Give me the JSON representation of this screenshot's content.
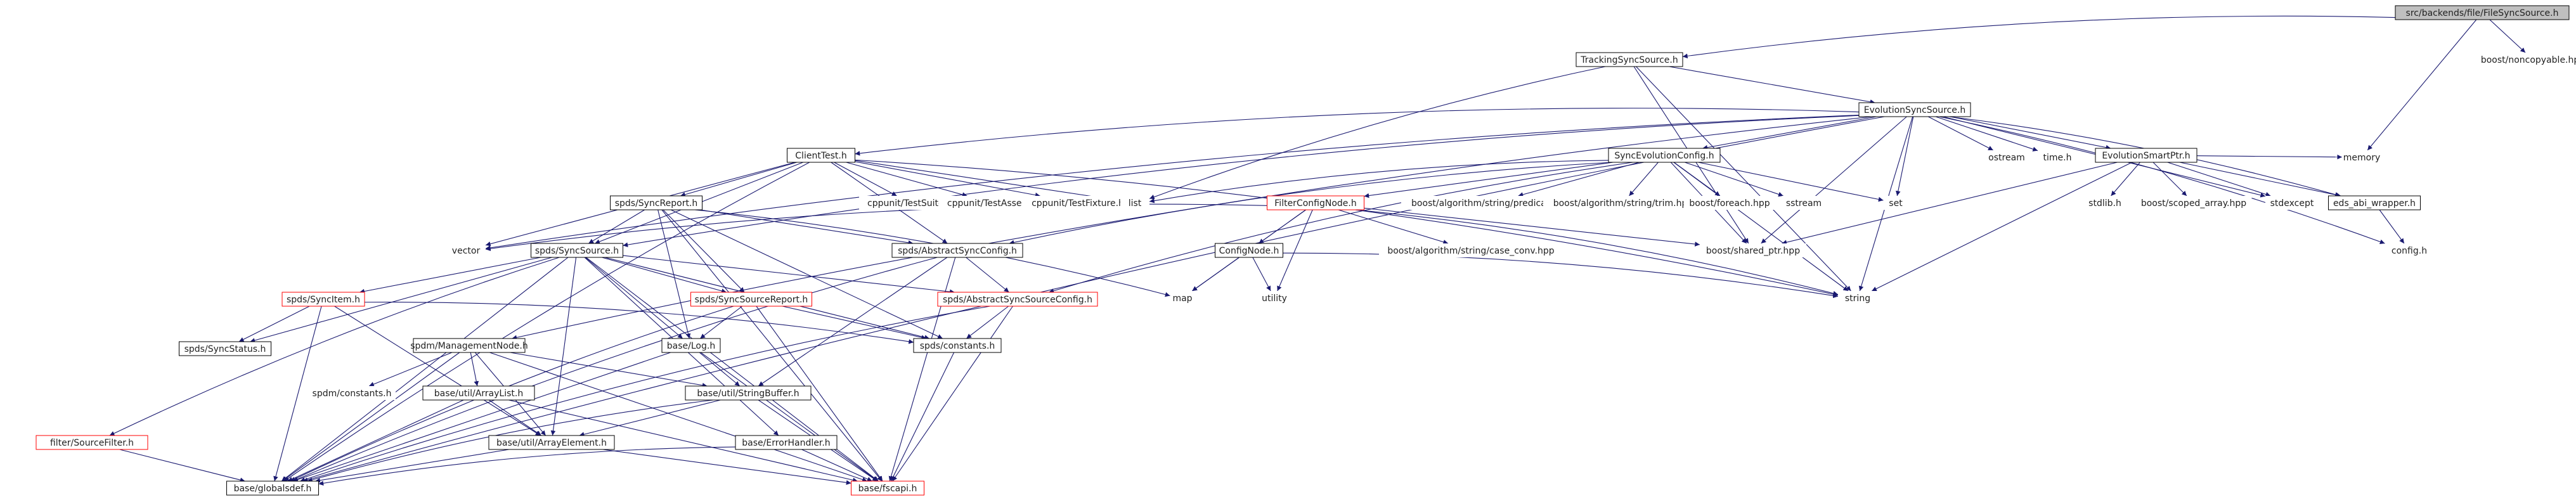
{
  "colors": {
    "edge": "#191970",
    "plain_border": "#000000",
    "plain_fill": "#ffffff",
    "red_border": "#ff0000",
    "root_fill": "#bfbfbf",
    "text": "#222222"
  },
  "graph": {
    "root": "src/backends/file/FileSyncSource.h",
    "nodes": [
      {
        "id": "root",
        "label": "src/backends/file/FileSyncSource.h",
        "style": "root"
      },
      {
        "id": "tss",
        "label": "TrackingSyncSource.h",
        "style": "boxed"
      },
      {
        "id": "noncopy",
        "label": "boost/noncopyable.hpp",
        "style": "plain"
      },
      {
        "id": "evo",
        "label": "EvolutionSyncSource.h",
        "style": "boxed"
      },
      {
        "id": "clienttest",
        "label": "ClientTest.h",
        "style": "boxed"
      },
      {
        "id": "syncevocfg",
        "label": "SyncEvolutionConfig.h",
        "style": "boxed"
      },
      {
        "id": "ostream",
        "label": "ostream",
        "style": "plain"
      },
      {
        "id": "timeh",
        "label": "time.h",
        "style": "plain"
      },
      {
        "id": "smartptr",
        "label": "EvolutionSmartPtr.h",
        "style": "boxed"
      },
      {
        "id": "memory",
        "label": "memory",
        "style": "plain"
      },
      {
        "id": "vector",
        "label": "vector",
        "style": "plain"
      },
      {
        "id": "testsuite",
        "label": "cppunit/TestSuite.h",
        "style": "plain"
      },
      {
        "id": "testassert",
        "label": "cppunit/TestAssert.h",
        "style": "plain"
      },
      {
        "id": "testfixture",
        "label": "cppunit/TestFixture.h",
        "style": "plain"
      },
      {
        "id": "list",
        "label": "list",
        "style": "plain"
      },
      {
        "id": "filtercfg",
        "label": "FilterConfigNode.h",
        "style": "red"
      },
      {
        "id": "predicate",
        "label": "boost/algorithm/string/predicate.hpp",
        "style": "plain"
      },
      {
        "id": "trim",
        "label": "boost/algorithm/string/trim.hpp",
        "style": "plain"
      },
      {
        "id": "foreach",
        "label": "boost/foreach.hpp",
        "style": "plain"
      },
      {
        "id": "sstream",
        "label": "sstream",
        "style": "plain"
      },
      {
        "id": "set",
        "label": "set",
        "style": "plain"
      },
      {
        "id": "stdlib",
        "label": "stdlib.h",
        "style": "plain"
      },
      {
        "id": "scopedarr",
        "label": "boost/scoped_array.hpp",
        "style": "plain"
      },
      {
        "id": "stdexcept",
        "label": "stdexcept",
        "style": "plain"
      },
      {
        "id": "eds",
        "label": "eds_abi_wrapper.h",
        "style": "boxed"
      },
      {
        "id": "syncsrc",
        "label": "spds/SyncSource.h",
        "style": "boxed"
      },
      {
        "id": "syncreport",
        "label": "spds/SyncReport.h",
        "style": "boxed"
      },
      {
        "id": "configh",
        "label": "config.h",
        "style": "plain"
      },
      {
        "id": "abscfg",
        "label": "spds/AbstractSyncConfig.h",
        "style": "boxed"
      },
      {
        "id": "confignode",
        "label": "ConfigNode.h",
        "style": "boxed"
      },
      {
        "id": "caseconv",
        "label": "boost/algorithm/string/case_conv.hpp",
        "style": "plain"
      },
      {
        "id": "sharedptr",
        "label": "boost/shared_ptr.hpp",
        "style": "plain"
      },
      {
        "id": "syncitem",
        "label": "spds/SyncItem.h",
        "style": "red"
      },
      {
        "id": "srcreport",
        "label": "spds/SyncSourceReport.h",
        "style": "red"
      },
      {
        "id": "abssrccfg",
        "label": "spds/AbstractSyncSourceConfig.h",
        "style": "red"
      },
      {
        "id": "map",
        "label": "map",
        "style": "plain"
      },
      {
        "id": "utility",
        "label": "utility",
        "style": "plain"
      },
      {
        "id": "string",
        "label": "string",
        "style": "plain"
      },
      {
        "id": "syncstatus",
        "label": "spds/SyncStatus.h",
        "style": "boxed"
      },
      {
        "id": "baselog",
        "label": "base/Log.h",
        "style": "boxed"
      },
      {
        "id": "constants",
        "label": "spds/constants.h",
        "style": "boxed"
      },
      {
        "id": "mgmtnode",
        "label": "spdm/ManagementNode.h",
        "style": "boxed"
      },
      {
        "id": "spdmconst",
        "label": "spdm/constants.h",
        "style": "plain"
      },
      {
        "id": "arraylist",
        "label": "base/util/ArrayList.h",
        "style": "boxed"
      },
      {
        "id": "strbuf",
        "label": "base/util/StringBuffer.h",
        "style": "boxed"
      },
      {
        "id": "filter",
        "label": "filter/SourceFilter.h",
        "style": "red"
      },
      {
        "id": "arrayelem",
        "label": "base/util/ArrayElement.h",
        "style": "boxed"
      },
      {
        "id": "errhandler",
        "label": "base/ErrorHandler.h",
        "style": "boxed"
      },
      {
        "id": "globaldef",
        "label": "base/globalsdef.h",
        "style": "boxed"
      },
      {
        "id": "fscapi",
        "label": "base/fscapi.h",
        "style": "red"
      }
    ],
    "edges": [
      [
        "root",
        "tss"
      ],
      [
        "root",
        "noncopy"
      ],
      [
        "root",
        "memory"
      ],
      [
        "tss",
        "evo"
      ],
      [
        "tss",
        "sharedptr"
      ],
      [
        "tss",
        "list"
      ],
      [
        "tss",
        "string"
      ],
      [
        "evo",
        "clienttest"
      ],
      [
        "evo",
        "syncevocfg"
      ],
      [
        "evo",
        "ostream"
      ],
      [
        "evo",
        "timeh"
      ],
      [
        "evo",
        "smartptr"
      ],
      [
        "evo",
        "set"
      ],
      [
        "evo",
        "stdexcept"
      ],
      [
        "evo",
        "eds"
      ],
      [
        "evo",
        "configh"
      ],
      [
        "evo",
        "vector"
      ],
      [
        "evo",
        "syncsrc"
      ],
      [
        "evo",
        "string"
      ],
      [
        "evo",
        "sharedptr"
      ],
      [
        "evo",
        "mgmtnode"
      ],
      [
        "evo",
        "globaldef"
      ],
      [
        "clienttest",
        "syncreport"
      ],
      [
        "clienttest",
        "testsuite"
      ],
      [
        "clienttest",
        "testassert"
      ],
      [
        "clienttest",
        "testfixture"
      ],
      [
        "clienttest",
        "list"
      ],
      [
        "clienttest",
        "vector"
      ],
      [
        "clienttest",
        "syncsrc"
      ],
      [
        "clienttest",
        "abscfg"
      ],
      [
        "clienttest",
        "string"
      ],
      [
        "clienttest",
        "globaldef"
      ],
      [
        "syncevocfg",
        "filtercfg"
      ],
      [
        "syncevocfg",
        "predicate"
      ],
      [
        "syncevocfg",
        "trim"
      ],
      [
        "syncevocfg",
        "foreach"
      ],
      [
        "syncevocfg",
        "sstream"
      ],
      [
        "syncevocfg",
        "set"
      ],
      [
        "syncevocfg",
        "sharedptr"
      ],
      [
        "syncevocfg",
        "string"
      ],
      [
        "syncevocfg",
        "list"
      ],
      [
        "syncevocfg",
        "abscfg"
      ],
      [
        "syncevocfg",
        "abssrccfg"
      ],
      [
        "smartptr",
        "stdlib"
      ],
      [
        "smartptr",
        "scopedarr"
      ],
      [
        "smartptr",
        "stdexcept"
      ],
      [
        "smartptr",
        "eds"
      ],
      [
        "smartptr",
        "memory"
      ],
      [
        "smartptr",
        "sharedptr"
      ],
      [
        "smartptr",
        "string"
      ],
      [
        "eds",
        "configh"
      ],
      [
        "filtercfg",
        "confignode"
      ],
      [
        "filtercfg",
        "caseconv"
      ],
      [
        "filtercfg",
        "sharedptr"
      ],
      [
        "filtercfg",
        "map"
      ],
      [
        "filtercfg",
        "string"
      ],
      [
        "filtercfg",
        "utility"
      ],
      [
        "filtercfg",
        "vector"
      ],
      [
        "confignode",
        "map"
      ],
      [
        "confignode",
        "utility"
      ],
      [
        "confignode",
        "string"
      ],
      [
        "syncreport",
        "syncsrc"
      ],
      [
        "syncreport",
        "srcreport"
      ],
      [
        "syncreport",
        "constants"
      ],
      [
        "syncreport",
        "baselog"
      ],
      [
        "syncreport",
        "map"
      ],
      [
        "syncreport",
        "fscapi"
      ],
      [
        "syncreport",
        "abscfg"
      ],
      [
        "syncsrc",
        "syncitem"
      ],
      [
        "syncsrc",
        "syncstatus"
      ],
      [
        "syncsrc",
        "srcreport"
      ],
      [
        "syncsrc",
        "abssrccfg"
      ],
      [
        "syncsrc",
        "filter"
      ],
      [
        "syncsrc",
        "baselog"
      ],
      [
        "syncsrc",
        "constants"
      ],
      [
        "syncsrc",
        "arrayelem"
      ],
      [
        "syncsrc",
        "errhandler"
      ],
      [
        "syncsrc",
        "globaldef"
      ],
      [
        "syncsrc",
        "fscapi"
      ],
      [
        "abscfg",
        "abssrccfg"
      ],
      [
        "abscfg",
        "strbuf"
      ],
      [
        "abscfg",
        "globaldef"
      ],
      [
        "abscfg",
        "fscapi"
      ],
      [
        "syncitem",
        "syncstatus"
      ],
      [
        "syncitem",
        "constants"
      ],
      [
        "syncitem",
        "arrayelem"
      ],
      [
        "syncitem",
        "globaldef"
      ],
      [
        "srcreport",
        "baselog"
      ],
      [
        "srcreport",
        "constants"
      ],
      [
        "srcreport",
        "globaldef"
      ],
      [
        "srcreport",
        "fscapi"
      ],
      [
        "abssrccfg",
        "constants"
      ],
      [
        "abssrccfg",
        "fscapi"
      ],
      [
        "abssrccfg",
        "globaldef"
      ],
      [
        "mgmtnode",
        "spdmconst"
      ],
      [
        "mgmtnode",
        "arraylist"
      ],
      [
        "mgmtnode",
        "strbuf"
      ],
      [
        "mgmtnode",
        "globaldef"
      ],
      [
        "mgmtnode",
        "fscapi"
      ],
      [
        "mgmtnode",
        "arrayelem"
      ],
      [
        "baselog",
        "strbuf"
      ],
      [
        "baselog",
        "fscapi"
      ],
      [
        "baselog",
        "globaldef"
      ],
      [
        "constants",
        "fscapi"
      ],
      [
        "arraylist",
        "arrayelem"
      ],
      [
        "arraylist",
        "globaldef"
      ],
      [
        "arraylist",
        "fscapi"
      ],
      [
        "strbuf",
        "arrayelem"
      ],
      [
        "strbuf",
        "globaldef"
      ],
      [
        "strbuf",
        "fscapi"
      ],
      [
        "arrayelem",
        "globaldef"
      ],
      [
        "arrayelem",
        "fscapi"
      ],
      [
        "errhandler",
        "globaldef"
      ],
      [
        "errhandler",
        "fscapi"
      ],
      [
        "filter",
        "globaldef"
      ]
    ]
  }
}
